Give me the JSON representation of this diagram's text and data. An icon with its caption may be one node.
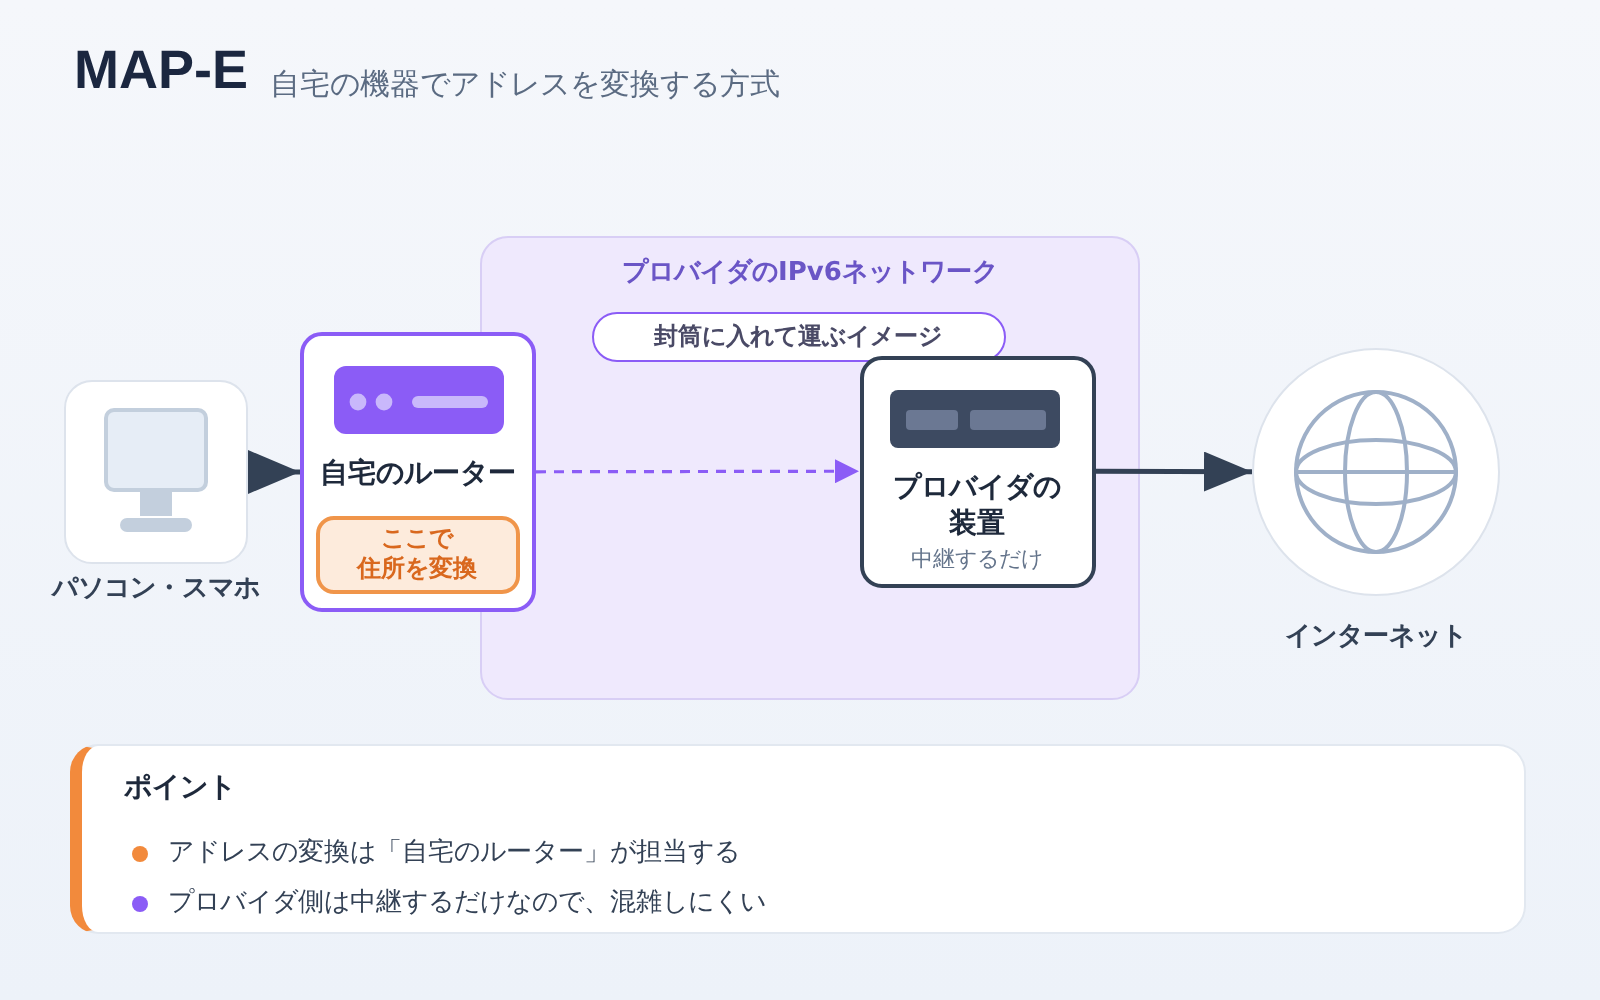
{
  "diagram": {
    "title": "MAP-E",
    "nodes": [
      {
        "text": [
          "パソコン・スマホ"
        ]
      },
      {
        "text": [
          "自宅のルーター"
        ]
      },
      {
        "text": [
          "ここで住所を変換"
        ],
        "in": 1
      },
      {
        "text": [
          "プロバイダのIPv6ネットワーク"
        ]
      },
      {
        "text": [
          "封筒に入れて運ぶイメージ"
        ],
        "in": 3
      },
      {
        "text": [
          "プロバイダの装置",
          "中継するだけ"
        ],
        "in": 3
      },
      {
        "text": [
          "インターネット"
        ]
      },
      {
        "text": [
          "ポイント",
          "アドレスの変換は「自宅のルーター」が担当する",
          "プロバイダ側は中継するだけなので、混雑しにくい"
        ]
      }
    ],
    "edges": [
      {
        "from": 0,
        "to": 1,
        "arrow": "to"
      },
      {
        "from": 1,
        "to": 5,
        "arrow": "to",
        "style": "dashed",
        "color": "#8b5cf6"
      },
      {
        "from": 5,
        "to": 6,
        "arrow": "to"
      }
    ],
    "labels": [
      "自宅の機器でアドレスを変換する方式"
    ]
  }
}
